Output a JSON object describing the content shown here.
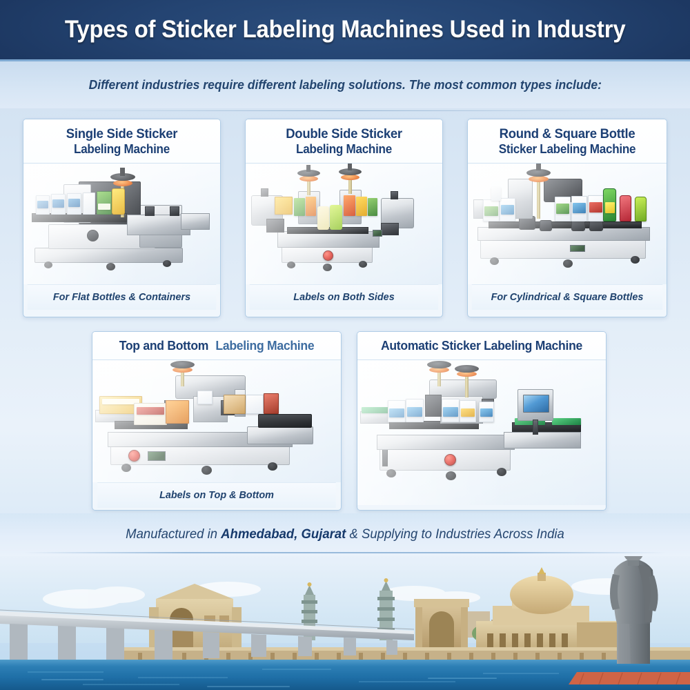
{
  "header": {
    "title": "Types of Sticker Labeling Machines Used in Industry",
    "bg_color": "#1f3d69",
    "text_color": "#ffffff"
  },
  "subtitle": "Different industries require different labeling solutions. The most common types include:",
  "theme": {
    "page_bg": "#d7e6f5",
    "card_bg": "#ffffff",
    "card_border": "#afcce6",
    "title_navy": "#1c3f74",
    "title_steel": "#3d6ca0",
    "caption_color": "#20436e",
    "accent_red": "#d8261c",
    "accent_orange": "#e8681a"
  },
  "cards": [
    {
      "id": "single-side",
      "title_line1": "Single Side Sticker",
      "title_line2": "Labeling Machine",
      "caption": "For Flat Bottles & Containers",
      "image_alt": "single-side-sticker-labeling-machine"
    },
    {
      "id": "double-side",
      "title_line1": "Double Side Sticker",
      "title_line2": "Labeling Machine",
      "caption": "Labels on Both Sides",
      "image_alt": "double-side-sticker-labeling-machine"
    },
    {
      "id": "round-square-bottle",
      "title_line1": "Round & Square Bottle",
      "title_line2": "Sticker Labeling Machine",
      "caption": "For Cylindrical & Square Bottles",
      "image_alt": "round-and-square-bottle-sticker-labeling-machine"
    },
    {
      "id": "top-and-bottom",
      "title_line1": "Top and Bottom",
      "title_line2": "Labeling Machine",
      "caption": "Labels on Top & Bottom",
      "image_alt": "top-and-bottom-labeling-machine"
    },
    {
      "id": "automatic",
      "title_line1": "Automatic Sticker Labeling Machine",
      "title_line2": "",
      "caption": "",
      "image_alt": "automatic-sticker-labeling-machine"
    }
  ],
  "footer": {
    "prefix": "Manufactured in ",
    "highlight": "Ahmedabad, Gujarat",
    "suffix": " & Supplying to Industries Across India"
  },
  "scene": {
    "alt": "ahmedabad-gujarat-skyline-with-bridge-and-statue-of-unity",
    "elements": [
      "sabarmati-riverfront-bridge",
      "jhulta-minar-towers",
      "city-buildings",
      "heritage-gateway",
      "domed-palace",
      "statue-of-unity",
      "river-water"
    ],
    "sky_color": "#dceaf6",
    "water_color": "#1f72ad"
  }
}
